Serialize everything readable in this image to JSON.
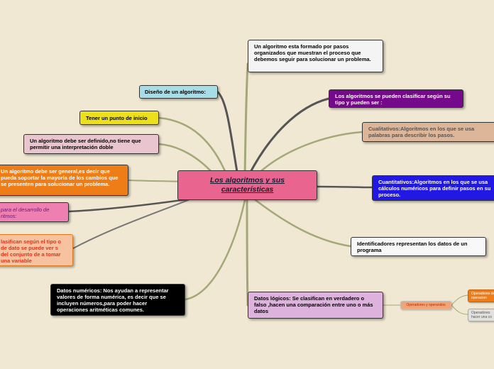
{
  "center": {
    "text": "Los algoritmos y sus características"
  },
  "nodes": {
    "pasos": "Un algoritmo esta formado por pasos organizados que muestran el proceso que debemos seguir para solucionar un problema.",
    "diseno": "Diseño de un algoritmo:",
    "punto_inicio": "Tener un punto de inicio",
    "definido": "Un algoritmo debe ser definido,no tiene que permitir una interpretación doble",
    "general": "Un algoritmo debe ser general,es decir que pueda soportar la mayoría de los cambios que se presenten para solucionar un problema.",
    "desarrollo": "para el desarrollo de ritmos:",
    "clasifican_tipo": "lasifican según el tipo o de dato se puede ver s del conjunto de a tomar una variable",
    "numericos": "Datos numéricos: Nos ayudan a representar valores de forma numérica, es decir que se incluyen números,para poder hacer operaciones aritméticas comunes.",
    "clasificar": "Los algoritmos se pueden clasificar según su tipo y pueden ser :",
    "cualitativos": "Cualitativos:Algoritmos en los que se usa palabras para describir los pasos.",
    "cuantitativos": "Cuantitativos:Algoritmos en los que se usa cálculos numéricos para definir pasos en su proceso.",
    "identificadores": "Identificadores representan los datos de un programa",
    "logicos": "Datos lógicos: Se clasifican en verdadero o falso ,hacen una comparación entre uno o más datos",
    "operadores": "Operadores y operandos",
    "operadores_a": "Operadores de operacion",
    "operadores_b": "Operadores hacer una co"
  },
  "colors": {
    "background": "#f0e8d2",
    "center": "#e9658f",
    "link": "#9aa070",
    "link_dark": "#555555"
  }
}
